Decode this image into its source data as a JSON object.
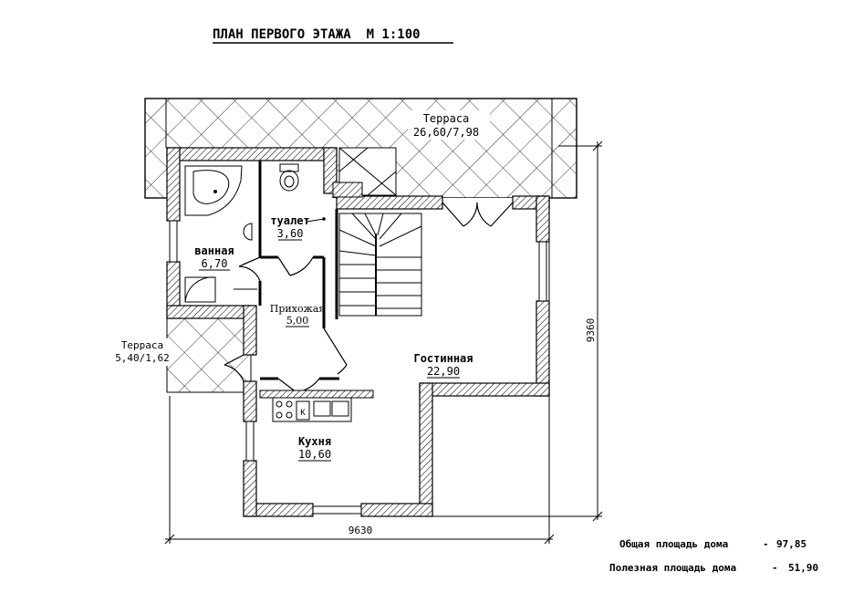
{
  "title": "ПЛАН ПЕРВОГО ЭТАЖА  М 1:100",
  "rooms": {
    "terrace_main": {
      "name": "Терраса",
      "area": "26,60/7,98"
    },
    "toilet": {
      "name": "туалет",
      "area": "3,60"
    },
    "bathroom": {
      "name": "ванная",
      "area": "6,70"
    },
    "hall": {
      "name": "Прихожая",
      "area": "5,00"
    },
    "terrace_side": {
      "name": "Терраса",
      "area": "5,40/1,62"
    },
    "living": {
      "name": "Гостинная",
      "area": "22,90"
    },
    "kitchen": {
      "name": "Кухня",
      "area": "10,60"
    }
  },
  "dimensions": {
    "width": "9630",
    "height": "9360"
  },
  "appliance_label": "К",
  "totals": {
    "total_label": "Общая площадь дома",
    "total_value": "97,85",
    "useful_label": "Полезная площадь дома",
    "useful_value": "51,90",
    "dash": "-"
  },
  "colors": {
    "ink": "#000000",
    "paper": "#ffffff"
  }
}
